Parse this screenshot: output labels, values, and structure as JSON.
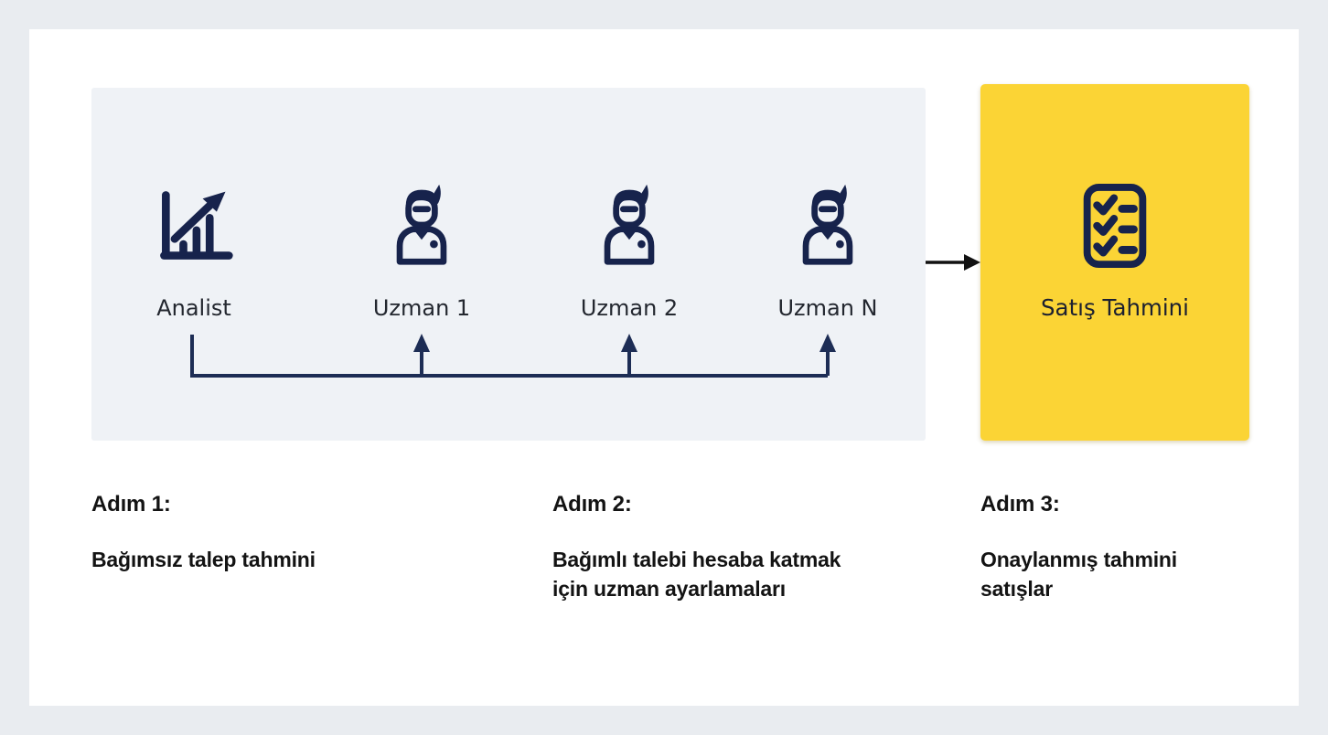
{
  "colors": {
    "page_bg": "#e9ecf0",
    "card_bg": "#ffffff",
    "group_panel_bg": "#eff2f6",
    "result_panel_bg": "#fbd435",
    "icon_navy": "#17234c",
    "connector_navy": "#1d2d55",
    "flow_arrow_black": "#111111",
    "label_text": "#23272f",
    "step_text": "#131313"
  },
  "diagram": {
    "actors": [
      {
        "label": "Analist",
        "icon": "chart-increase-icon"
      },
      {
        "label": "Uzman 1",
        "icon": "person-icon"
      },
      {
        "label": "Uzman 2",
        "icon": "person-icon"
      },
      {
        "label": "Uzman N",
        "icon": "person-icon"
      }
    ],
    "connector_icon": "fan-out-arrows-icon",
    "flow_arrow_icon": "right-arrow-icon",
    "result": {
      "label": "Satış Tahmini",
      "icon": "checklist-icon"
    }
  },
  "steps": [
    {
      "heading": "Adım 1:",
      "description": "Bağımsız talep tahmini"
    },
    {
      "heading": "Adım 2:",
      "description": "Bağımlı talebi hesaba katmak\niçin uzman ayarlamaları"
    },
    {
      "heading": "Adım 3:",
      "description": "Onaylanmış tahmini\nsatışlar"
    }
  ]
}
